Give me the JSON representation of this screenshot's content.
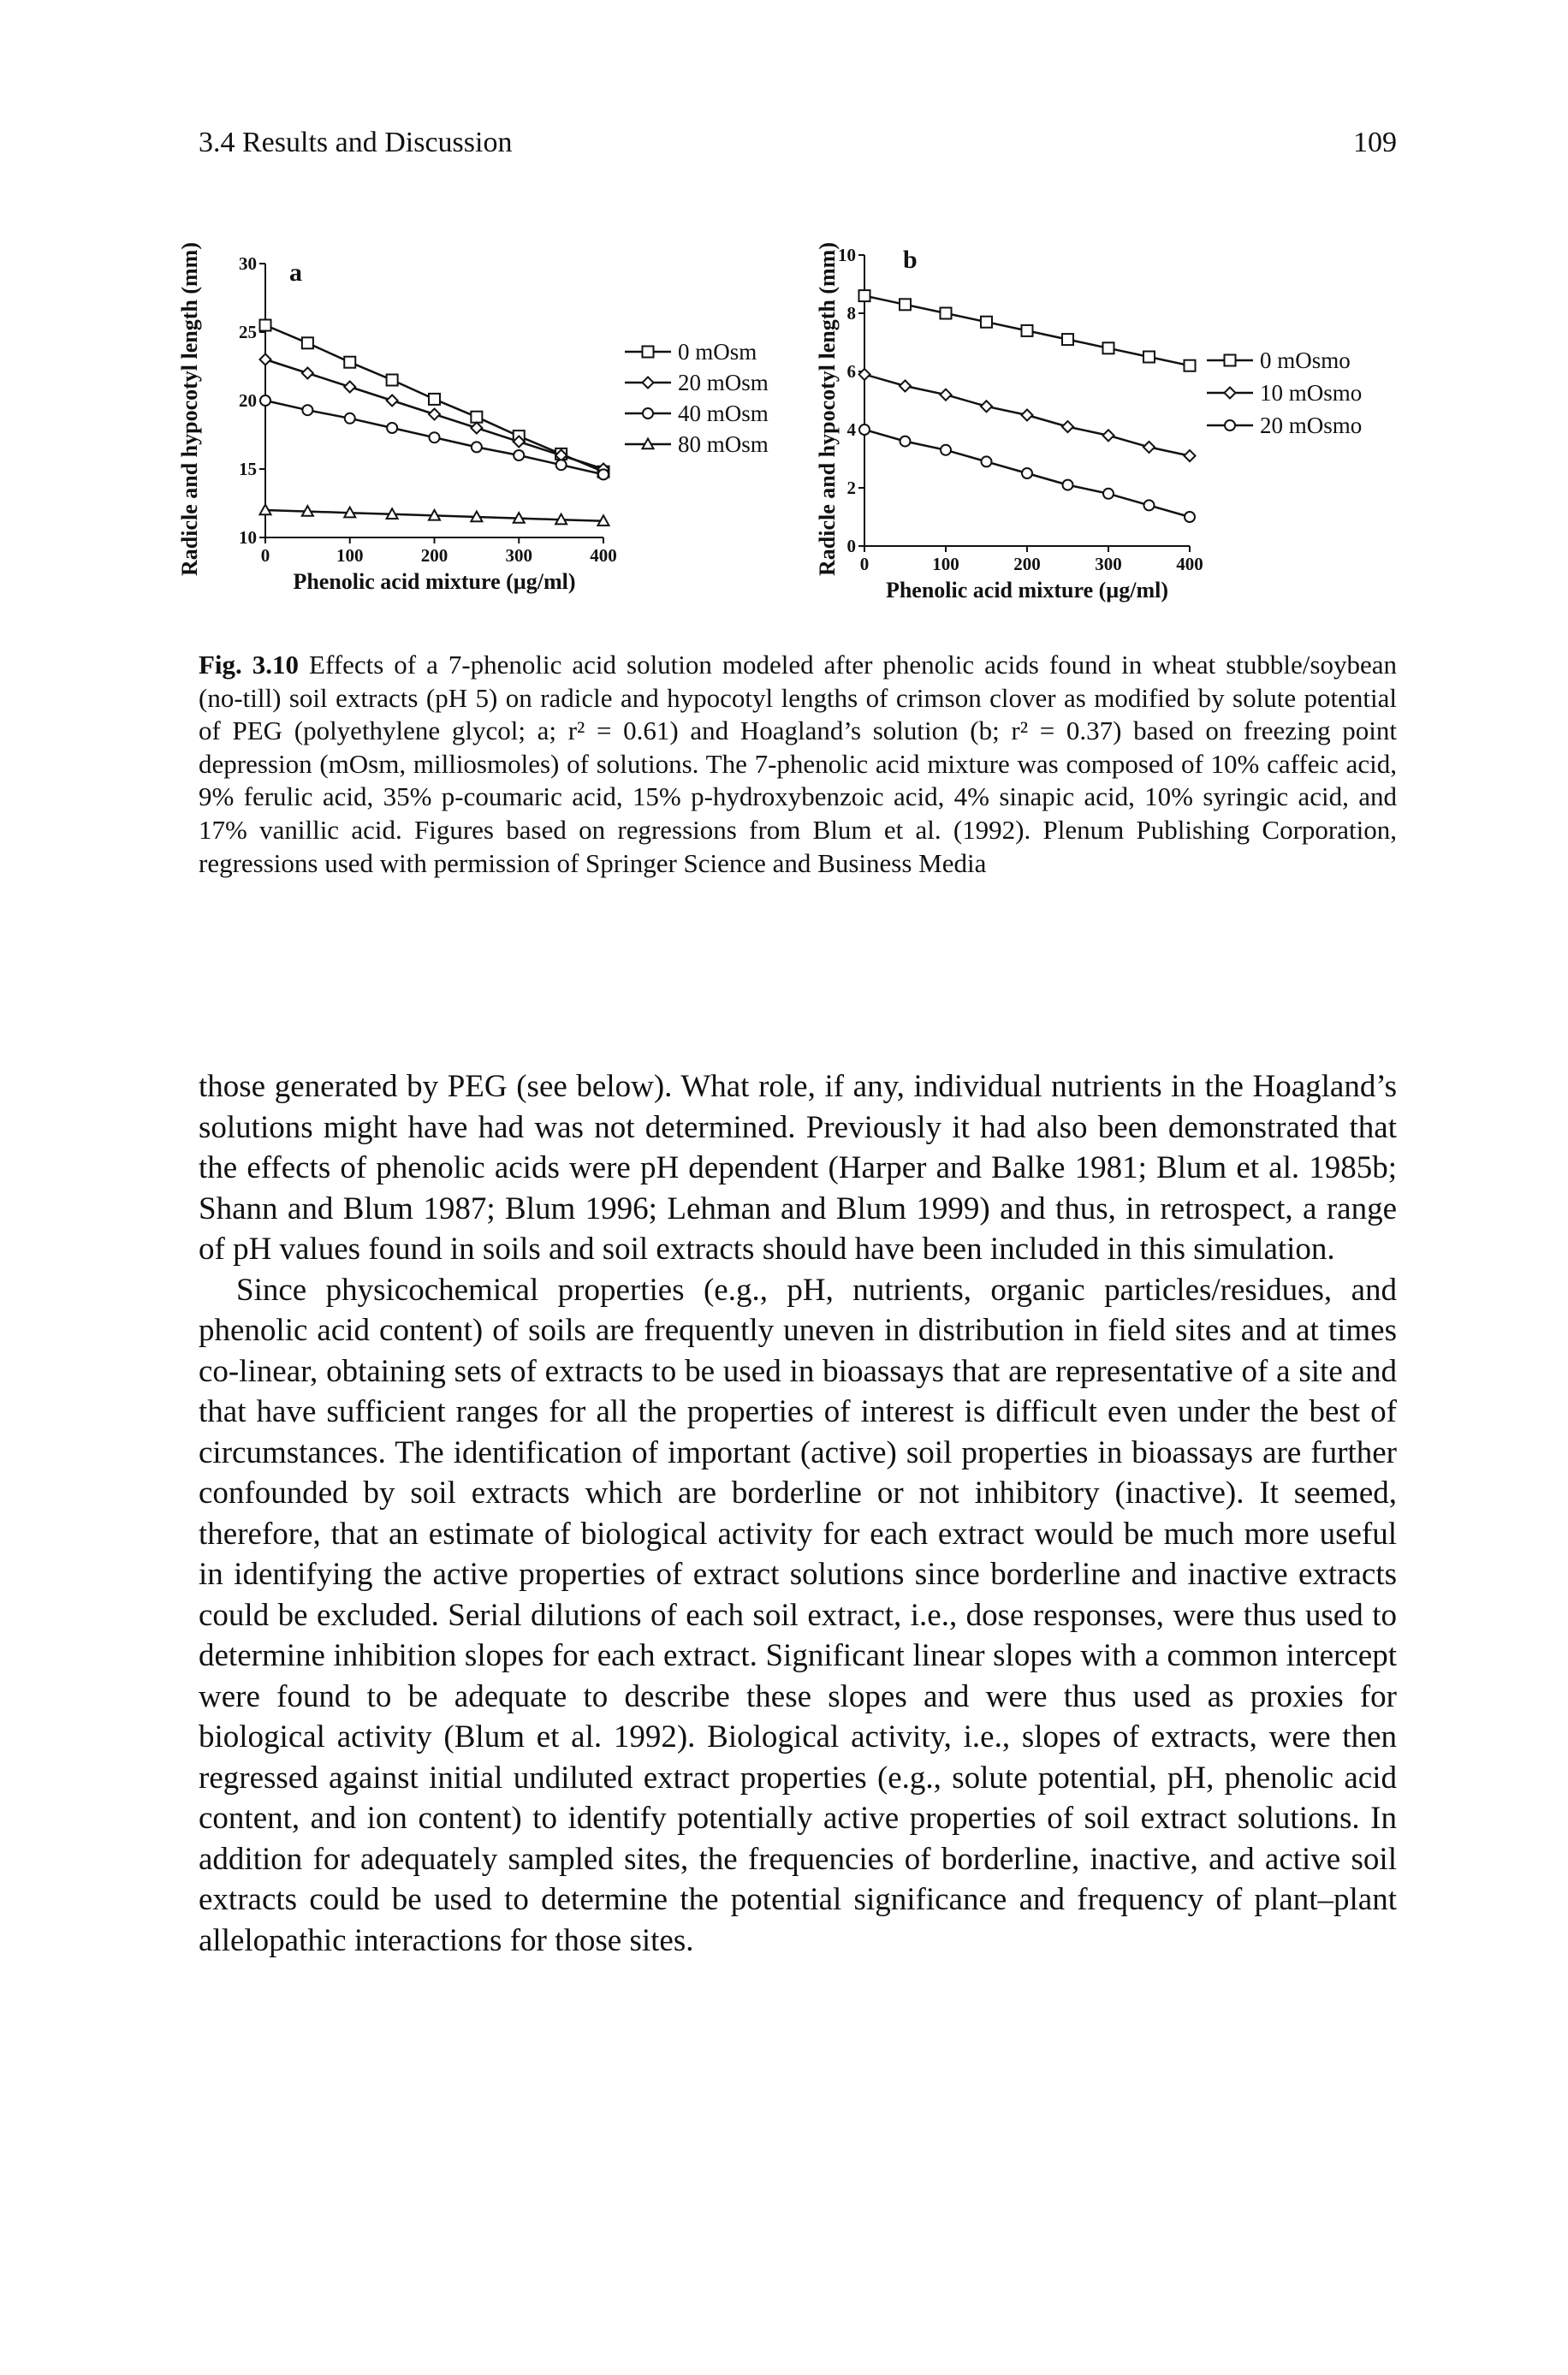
{
  "header": {
    "section": "3.4   Results and Discussion",
    "page_number": "109"
  },
  "figure": {
    "label": "Fig. 3.10",
    "caption_text": "Effects of a 7-phenolic acid solution modeled after phenolic acids found in wheat stubble/soybean (no-till) soil extracts (pH 5) on radicle and hypocotyl lengths of crimson clover as modified by solute potential of PEG (polyethylene glycol; a; r² = 0.61) and Hoagland’s solution (b; r² = 0.37) based on freezing point depression (mOsm, milliosmoles) of solutions. The 7-phenolic acid mixture was composed of 10% caffeic acid, 9% ferulic acid, 35% p-coumaric acid, 15% p-hydroxybenzoic acid, 4% sinapic acid, 10% syringic acid, and 17% vanillic acid. Figures based on regressions from Blum et al. (1992). Plenum Publishing Corporation, regressions used with permission of Springer Science and Business Media"
  },
  "chart_data": [
    {
      "type": "line",
      "panel_label": "a",
      "xlabel": "Phenolic acid mixture (µg/ml)",
      "ylabel": "Radicle and hypocotyl length (mm)",
      "xlim": [
        0,
        400
      ],
      "ylim": [
        10,
        30
      ],
      "x_ticks": [
        "0",
        "100",
        "200",
        "300",
        "400"
      ],
      "y_ticks": [
        "10",
        "15",
        "20",
        "25",
        "30"
      ],
      "legend_position": "right",
      "x": [
        0,
        50,
        100,
        150,
        200,
        250,
        300,
        350,
        400
      ],
      "series": [
        {
          "name": "0 mOsm",
          "marker": "square",
          "values": [
            25.5,
            24.2,
            22.8,
            21.5,
            20.1,
            18.8,
            17.4,
            16.1,
            14.8
          ]
        },
        {
          "name": "20 mOsm",
          "marker": "diamond",
          "values": [
            23.0,
            22.0,
            21.0,
            20.0,
            19.0,
            18.0,
            17.0,
            16.0,
            15.0
          ]
        },
        {
          "name": "40 mOsm",
          "marker": "circle",
          "values": [
            20.0,
            19.3,
            18.7,
            18.0,
            17.3,
            16.6,
            16.0,
            15.3,
            14.6
          ]
        },
        {
          "name": "80 mOsm",
          "marker": "triangle",
          "values": [
            12.0,
            11.9,
            11.8,
            11.7,
            11.6,
            11.5,
            11.4,
            11.3,
            11.2
          ]
        }
      ]
    },
    {
      "type": "line",
      "panel_label": "b",
      "xlabel": "Phenolic acid mixture (µg/ml)",
      "ylabel": "Radicle and hypocotyl length (mm)",
      "xlim": [
        0,
        400
      ],
      "ylim": [
        0,
        10
      ],
      "x_ticks": [
        "0",
        "100",
        "200",
        "300",
        "400"
      ],
      "y_ticks": [
        "0",
        "2",
        "4",
        "6",
        "8",
        "10"
      ],
      "legend_position": "right",
      "x": [
        0,
        50,
        100,
        150,
        200,
        250,
        300,
        350,
        400
      ],
      "series": [
        {
          "name": "0 mOsmo",
          "marker": "square",
          "values": [
            8.6,
            8.3,
            8.0,
            7.7,
            7.4,
            7.1,
            6.8,
            6.5,
            6.2
          ]
        },
        {
          "name": "10 mOsmo",
          "marker": "diamond",
          "values": [
            5.9,
            5.5,
            5.2,
            4.8,
            4.5,
            4.1,
            3.8,
            3.4,
            3.1
          ]
        },
        {
          "name": "20 mOsmo",
          "marker": "circle",
          "values": [
            4.0,
            3.6,
            3.3,
            2.9,
            2.5,
            2.1,
            1.8,
            1.4,
            1.0
          ]
        }
      ]
    }
  ],
  "body": {
    "paragraphs": [
      "those generated by PEG (see below). What role, if any, individual nutrients in the Hoagland’s solutions might have had was not determined. Previously it had also been demonstrated that the effects of phenolic acids were pH dependent (Harper and Balke 1981; Blum et al. 1985b; Shann and Blum 1987; Blum 1996; Lehman and Blum 1999) and thus, in retrospect, a range of pH values found in soils and soil extracts should have been included in this simulation.",
      "Since physicochemical properties (e.g., pH, nutrients, organic particles/residues, and phenolic acid content) of soils are frequently uneven in distribution in field sites and at times co-linear, obtaining sets of extracts to be used in bioassays that are representative of a site and that have sufficient ranges for all the properties of interest is difficult even under the best of circumstances. The identification of important (active) soil properties in bioassays are further confounded by soil extracts which are borderline or not inhibitory (inactive). It seemed, therefore, that an estimate of biological activity for each extract would be much more useful in identifying the active properties of extract solutions since borderline and inactive extracts could be excluded. Serial dilutions of each soil extract, i.e., dose responses, were thus used to determine inhibition slopes for each extract. Significant linear slopes with a common intercept were found to be adequate to describe these slopes and were thus used as proxies for biological activity (Blum et al. 1992). Biological activity, i.e., slopes of extracts, were then regressed against initial undiluted extract properties (e.g., solute potential, pH, phenolic acid content, and ion content) to identify potentially active properties of soil extract solutions. In addition for adequately sampled sites, the frequencies of borderline, inactive, and active soil extracts could be used to determine the potential significance and frequency of plant–plant allelopathic interactions for those sites."
    ]
  }
}
